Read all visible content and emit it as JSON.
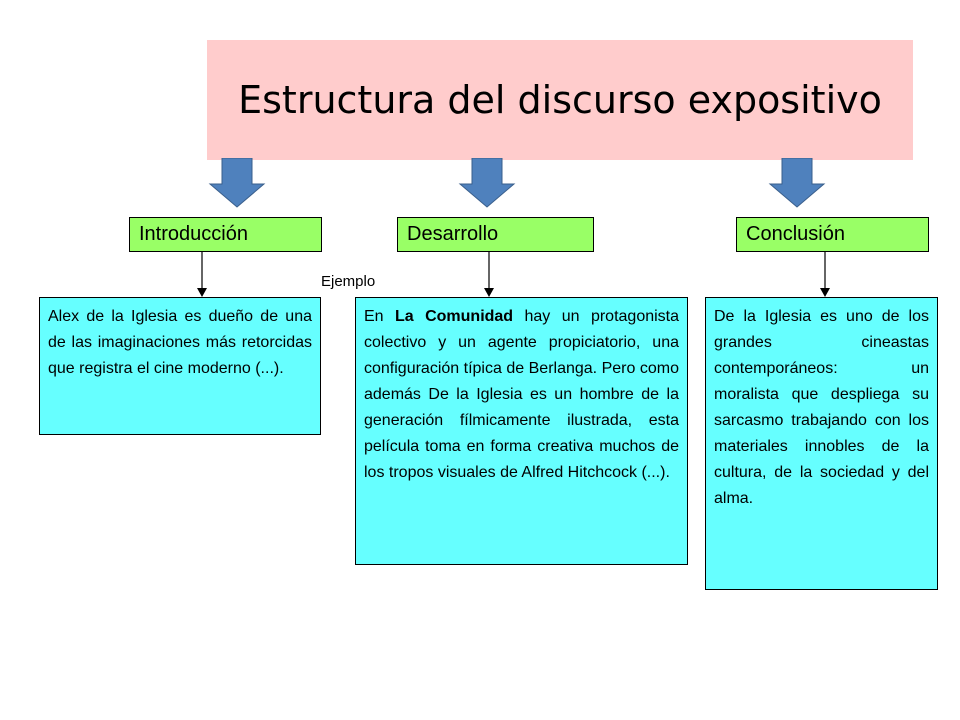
{
  "title": "Estructura del discurso expositivo",
  "colors": {
    "title_background": "#ffcccc",
    "section_label_background": "#99ff66",
    "content_box_background": "#66ffff",
    "block_arrow_fill": "#4f81bd"
  },
  "sections": {
    "introduccion": {
      "label": "Introducción",
      "text": "Alex de la Iglesia es dueño de una de las imaginaciones más retorcidas que registra el cine moderno (...)."
    },
    "desarrollo": {
      "label": "Desarrollo",
      "annotation": "Ejemplo",
      "text_before": "En ",
      "text_emphasis": "La Comunidad",
      "text_after": " hay un protagonista colectivo y un agente propiciatorio, una configuración típica de Berlanga. Pero como además De la Iglesia es un hombre de la generación fílmicamente ilustrada, esta película toma en forma creativa muchos de los tropos visuales de Alfred Hitchcock (...)."
    },
    "conclusion": {
      "label": "Conclusión",
      "text": "De la Iglesia es uno de los grandes cineastas contemporáneos: un moralista que despliega su sarcasmo trabajando con los materiales innobles de la cultura, de la sociedad y del alma."
    }
  }
}
